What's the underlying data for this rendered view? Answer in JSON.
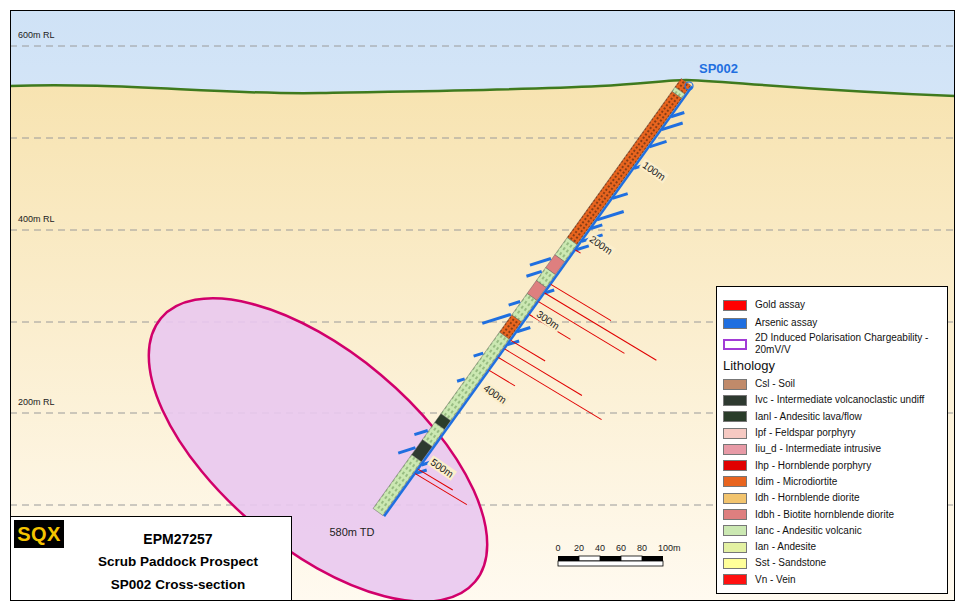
{
  "diagram": {
    "nodes": [
      {
        "text": [
          "EPM27257",
          "Scrub Paddock Prospect",
          "SP002 Cross-section"
        ]
      },
      {
        "text": [
          "SQX"
        ],
        "in": 0
      }
    ],
    "labels": [
      "600m RL",
      "400m RL",
      "200m RL",
      "SP002",
      "100m",
      "200m",
      "300m",
      "400m",
      "500m",
      "580m TD",
      "0",
      "20",
      "40",
      "60",
      "80",
      "100m",
      "Lithology"
    ],
    "legend": [
      {
        "text": "Gold assay",
        "color": "#ff0000"
      },
      {
        "text": "Arsenic assay",
        "color": "#1f6fe0"
      },
      {
        "text": "2D Induced Polarisation Chargeability - 20mV/V"
      },
      {
        "text": "Csl - Soil",
        "color": "#c08a6a"
      },
      {
        "text": "Ivc - Intermediate volcanoclastic undiff",
        "color": "#2e3a30"
      },
      {
        "text": "Ianl - Andesitic lava/flow",
        "color": "#2a3d2a"
      },
      {
        "text": "Ipf - Feldspar porphyry",
        "color": "#f6c9c2"
      },
      {
        "text": "Iiu_d - Intermediate intrusive",
        "color": "#e79aa6"
      },
      {
        "text": "Ihp - Hornblende porphyry",
        "color": "#e00000"
      },
      {
        "text": "Idim - Microdiortite",
        "color": "#e8641e"
      },
      {
        "text": "Idh - Hornblende diorite",
        "color": "#f2c46e"
      },
      {
        "text": "Idbh - Biotite hornblende diorite",
        "color": "#de7f7f"
      },
      {
        "text": "Ianc - Andesitic volcanic",
        "color": "#cbe8b2"
      },
      {
        "text": "Ian - Andesite",
        "color": "#e3f1a2"
      },
      {
        "text": "Sst - Sandstone",
        "color": "#ffff99"
      },
      {
        "text": "Vn - Vein",
        "color": "#ff1010"
      }
    ]
  }
}
